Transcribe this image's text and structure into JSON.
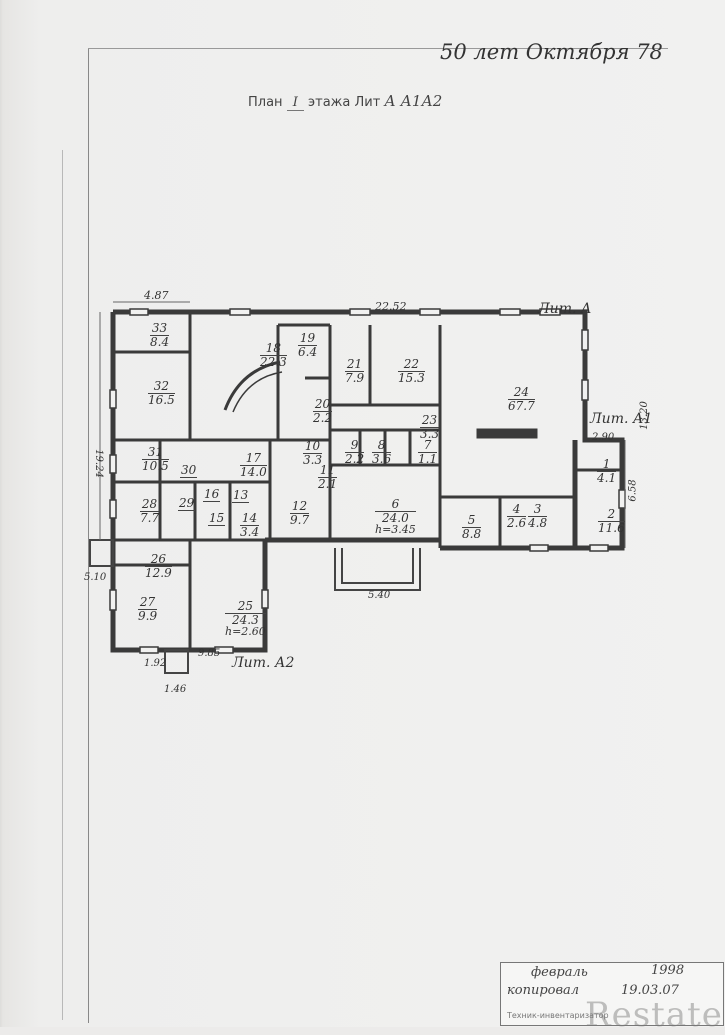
{
  "header": {
    "address_note": "50 лет Октября 78",
    "plan_prefix": "План",
    "floor": "I",
    "plan_suffix": "этажа Лит",
    "letters": "А А1А2"
  },
  "litera_labels": [
    "Лит. А",
    "Лит. А1",
    "Лит. А2"
  ],
  "overall_dimensions": [
    "4.87",
    "22.52",
    "13.20",
    "19.24",
    "9.85",
    "5.40",
    "6.58",
    "5.10",
    "1.46",
    "1.92",
    "2.90"
  ],
  "rooms": [
    {
      "num": "33",
      "area": "8.4"
    },
    {
      "num": "32",
      "area": "16.5"
    },
    {
      "num": "31",
      "area": "10.5"
    },
    {
      "num": "30",
      "area": ""
    },
    {
      "num": "29",
      "area": ""
    },
    {
      "num": "28",
      "area": "7.7"
    },
    {
      "num": "27",
      "area": "9.9"
    },
    {
      "num": "26",
      "area": "12.9"
    },
    {
      "num": "25",
      "area": "24.3",
      "height": "h=2.60"
    },
    {
      "num": "24",
      "area": "67.7"
    },
    {
      "num": "23",
      "area": "3.3"
    },
    {
      "num": "22",
      "area": "15.3"
    },
    {
      "num": "21",
      "area": "7.9"
    },
    {
      "num": "20",
      "area": "2.2"
    },
    {
      "num": "19",
      "area": "6.4"
    },
    {
      "num": "18",
      "area": "22.3"
    },
    {
      "num": "17",
      "area": "14.0"
    },
    {
      "num": "16",
      "area": ""
    },
    {
      "num": "15",
      "area": ""
    },
    {
      "num": "14",
      "area": "3.4"
    },
    {
      "num": "13",
      "area": ""
    },
    {
      "num": "12",
      "area": "9.7"
    },
    {
      "num": "11",
      "area": "2.1"
    },
    {
      "num": "10",
      "area": "3.3"
    },
    {
      "num": "9",
      "area": "2.2"
    },
    {
      "num": "8",
      "area": "3.6"
    },
    {
      "num": "7",
      "area": "1.1"
    },
    {
      "num": "6",
      "area": "24.0",
      "height": "h=3.45"
    },
    {
      "num": "5",
      "area": "8.8"
    },
    {
      "num": "4",
      "area": "2.6"
    },
    {
      "num": "3",
      "area": "4.8"
    },
    {
      "num": "2",
      "area": "11.6"
    },
    {
      "num": "1",
      "area": "4.1"
    }
  ],
  "stamp": {
    "month": "февраль",
    "year": "1998",
    "copied_label": "копировал",
    "date": "19.03.07",
    "footer": "Техник-инвентаризатор"
  },
  "watermark": "Restate"
}
